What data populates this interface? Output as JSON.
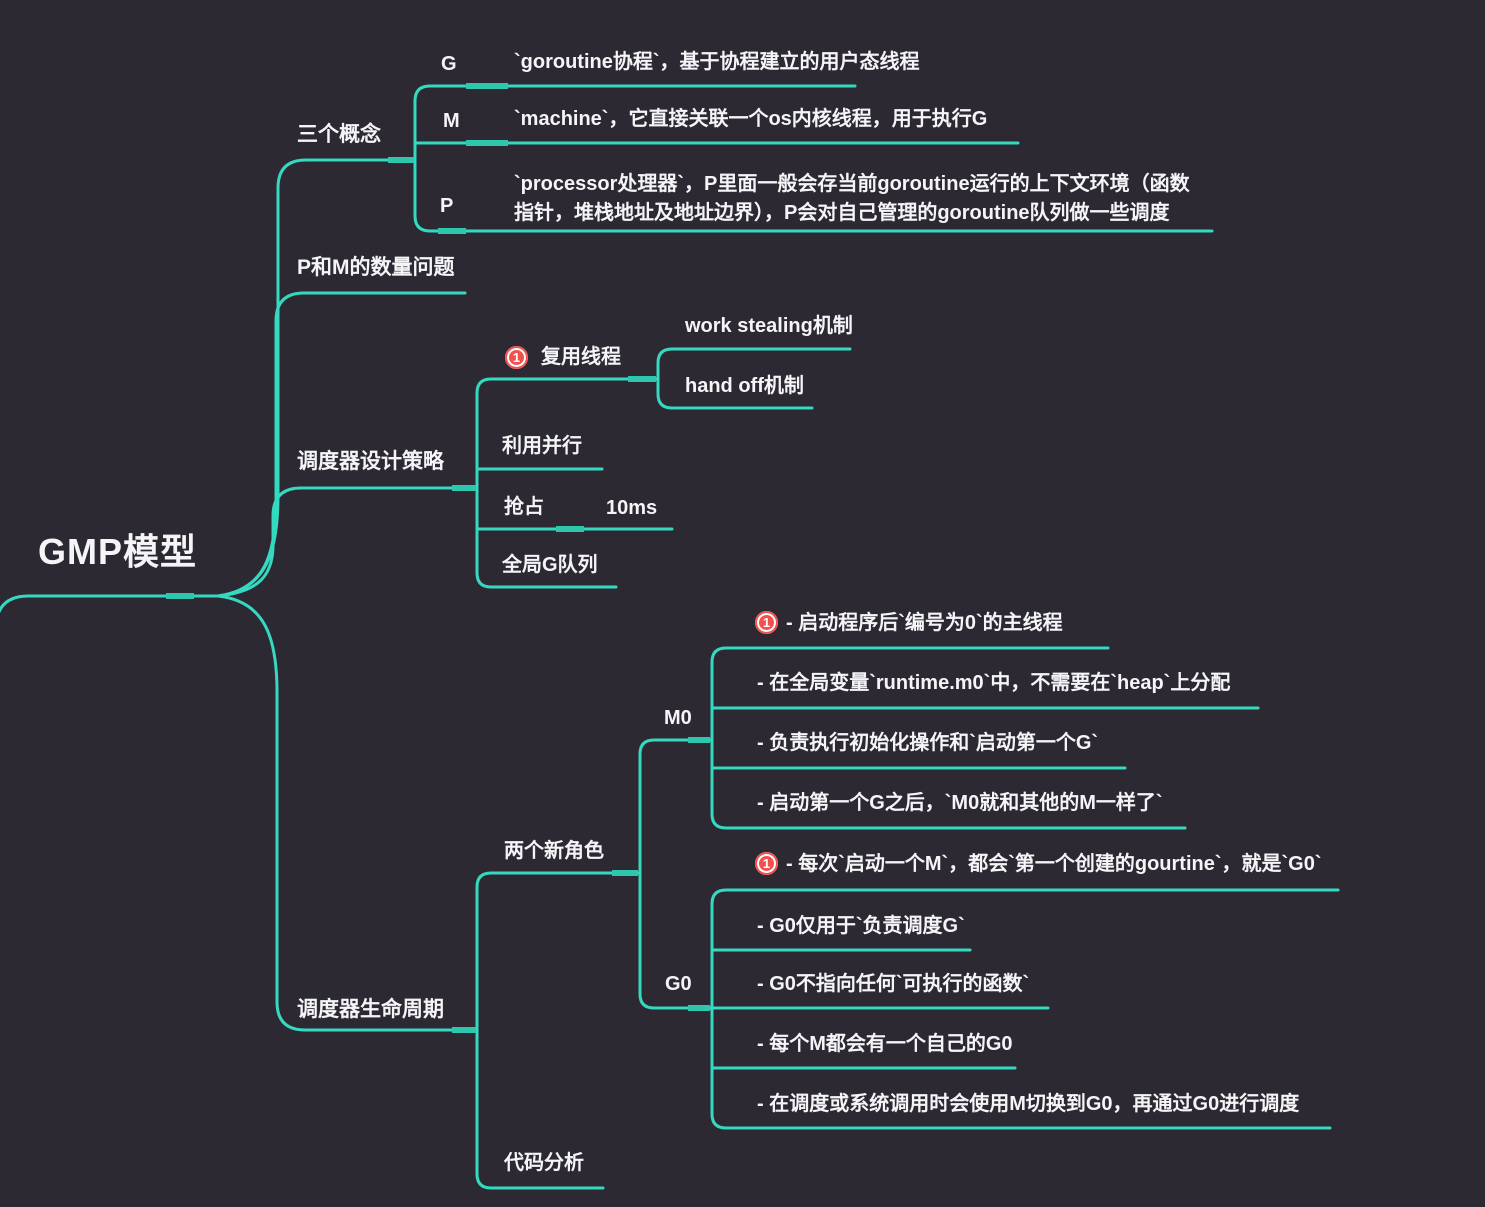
{
  "colors": {
    "background": "#2d2933",
    "line": "#35d9c0",
    "line_junction": "#2ec7ae",
    "text": "#f5f5f7",
    "badge": "#f2504e"
  },
  "badge_label": "1",
  "nodes": {
    "root": "GMP模型",
    "concepts": "三个概念",
    "g_label": "G",
    "g_desc": "`goroutine协程`，基于协程建立的用户态线程",
    "m_label": "M",
    "m_desc": "`machine`，它直接关联一个os内核线程，用于执行G",
    "p_label": "P",
    "p_desc": "`processor处理器`，P里面一般会存当前goroutine运行的上下文环境（函数\n指针，堆栈地址及地址边界），P会对自己管理的goroutine队列做一些调度",
    "pm_count": "P和M的数量问题",
    "strategy": "调度器设计策略",
    "reuse_thread": "复用线程",
    "work_stealing": "work stealing机制",
    "hand_off": "hand off机制",
    "parallel": "利用并行",
    "preempt": "抢占",
    "preempt_time": "10ms",
    "global_queue": "全局G队列",
    "lifecycle": "调度器生命周期",
    "two_roles": "两个新角色",
    "m0_label": "M0",
    "m0_item1": "- 启动程序后`编号为0`的主线程",
    "m0_item2": "- 在全局变量`runtime.m0`中，不需要在`heap`上分配",
    "m0_item3": "- 负责执行初始化操作和`启动第一个G`",
    "m0_item4": "- 启动第一个G之后，`M0就和其他的M一样了`",
    "g0_label": "G0",
    "g0_item1": "- 每次`启动一个M`，都会`第一个创建的gourtine`，就是`G0`",
    "g0_item2": "- G0仅用于`负责调度G`",
    "g0_item3": "- G0不指向任何`可执行的函数`",
    "g0_item4": "- 每个M都会有一个自己的G0",
    "g0_item5": "- 在调度或系统调用时会使用M切换到G0，再通过G0进行调度"
  }
}
